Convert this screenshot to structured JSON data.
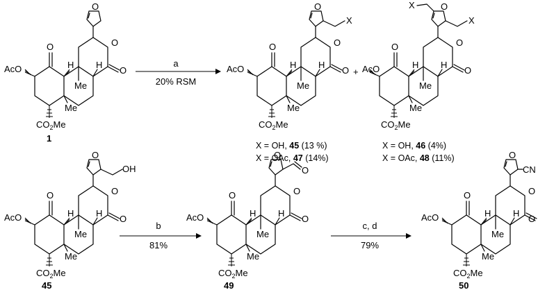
{
  "colors": {
    "ink": "#000000",
    "background": "#ffffff"
  },
  "labels": {
    "ac_o": "AcO",
    "h": "H",
    "me": "Me",
    "co2me_a": "CO",
    "co2me_sub": "2",
    "co2me_b": "Me",
    "o": "O",
    "x": "X",
    "oh": "OH",
    "cn": "CN",
    "plus": "+"
  },
  "reactions": {
    "r1": {
      "reagent": "a",
      "condition": "20% RSM"
    },
    "r2": {
      "reagent": "b",
      "yield": "81%"
    },
    "r3": {
      "reagent": "c, d",
      "yield": "79%"
    }
  },
  "compounds": {
    "c1": {
      "number": "1"
    },
    "c45": {
      "caption_line1": {
        "pre": "X = OH, ",
        "num": "45",
        "post": " (13 %)"
      },
      "caption_line2": {
        "pre": "X = OAc, ",
        "num": "47",
        "post": " (14%)"
      }
    },
    "c46": {
      "caption_line1": {
        "pre": "X = OH, ",
        "num": "46",
        "post": " (4%)"
      },
      "caption_line2": {
        "pre": "X = OAc, ",
        "num": "48",
        "post": " (11%)"
      }
    },
    "c45b": {
      "number": "45"
    },
    "c49": {
      "number": "49"
    },
    "c50": {
      "number": "50"
    }
  }
}
